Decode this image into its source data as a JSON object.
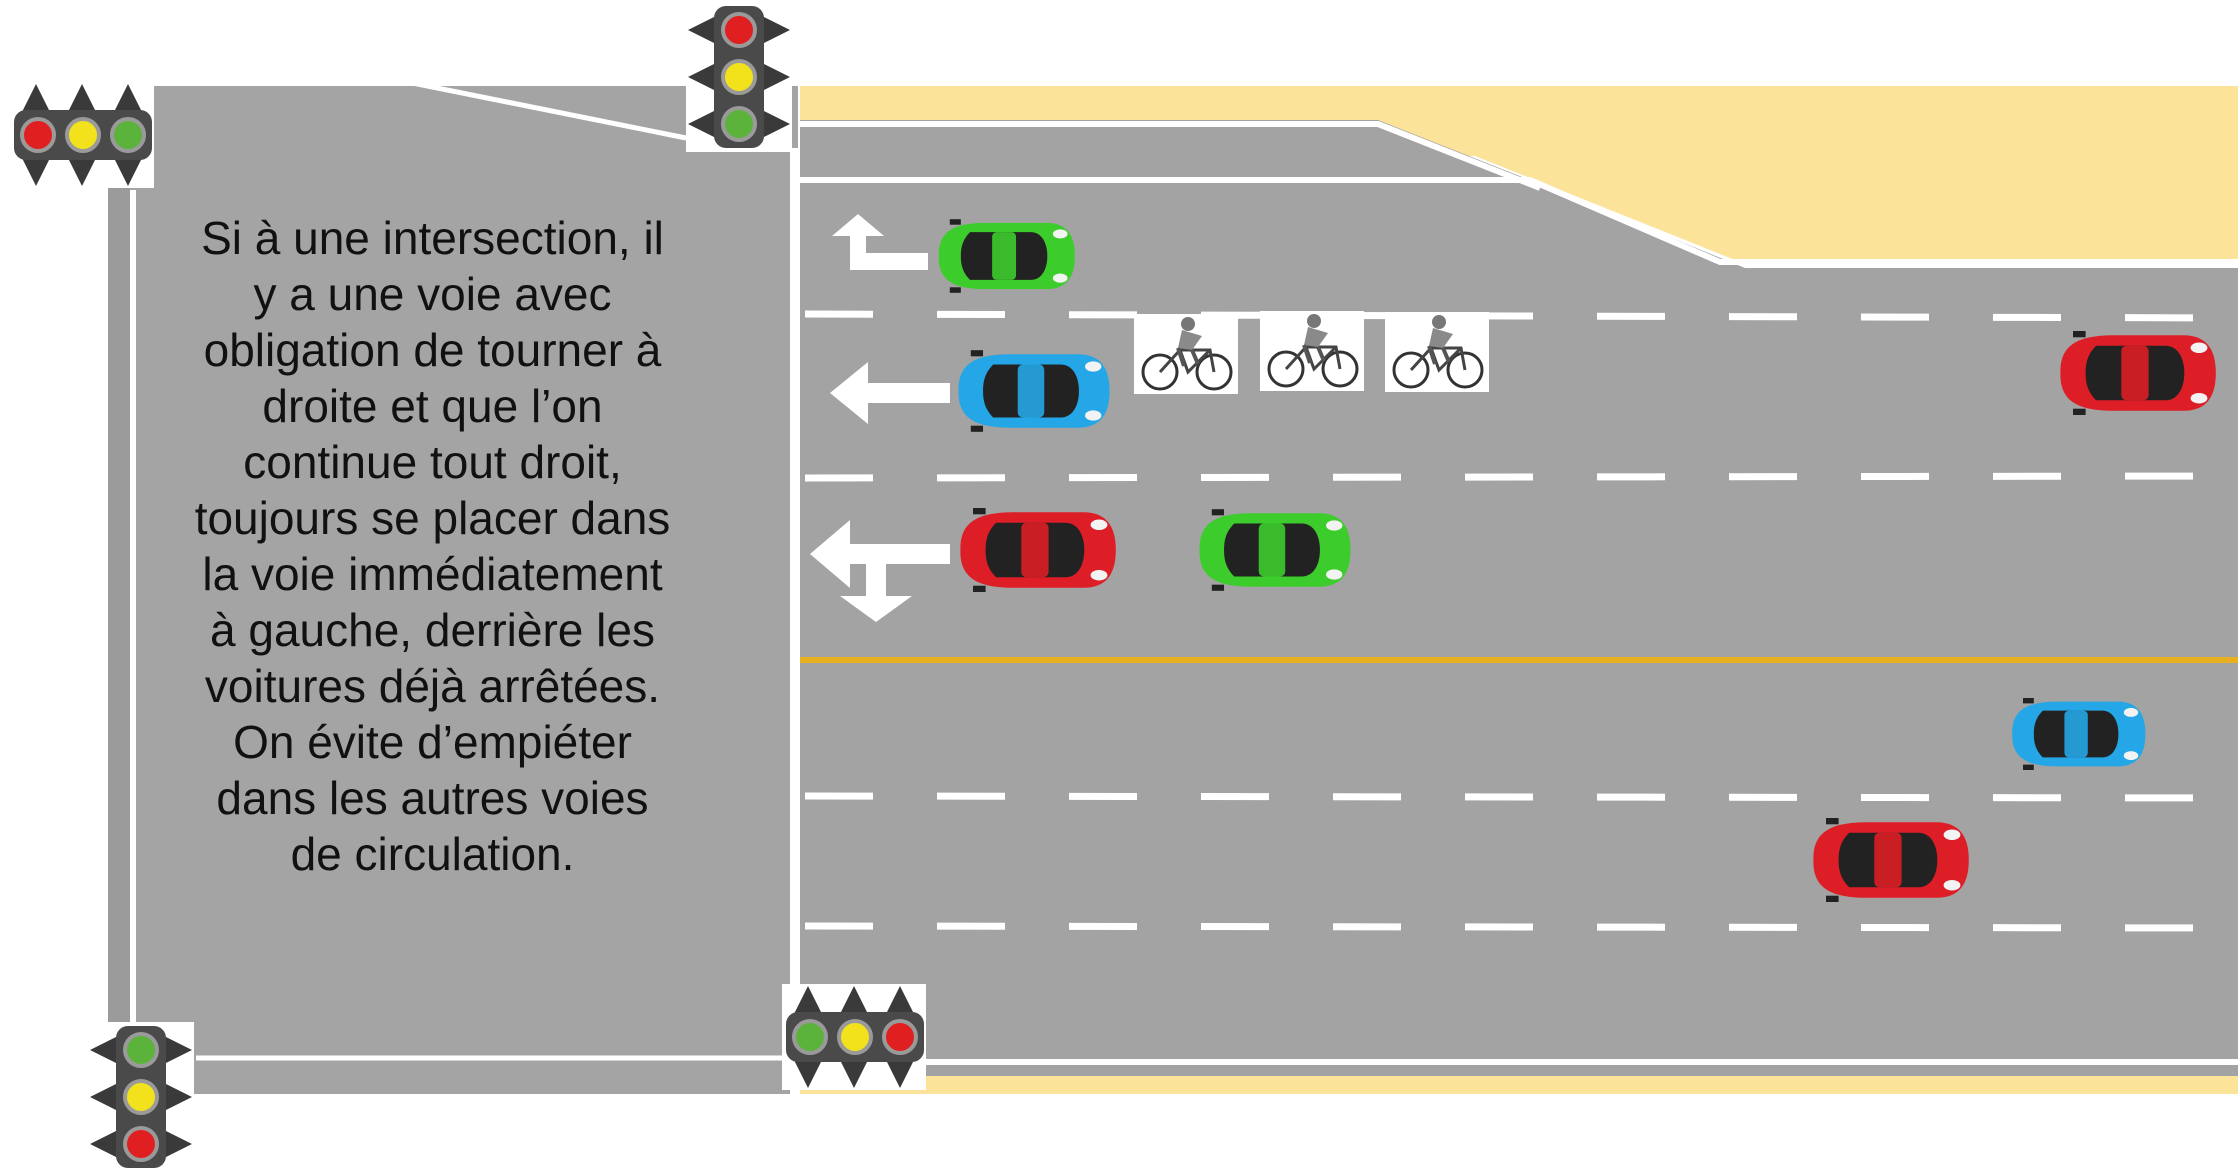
{
  "info": {
    "text": "Si à une intersection, il\ny a une voie avec\nobligation de tourner à\ndroite et que l’on\ncontinue tout droit,\ntoujours se placer dans\nla voie immédiatement\nà gauche, derrière les\nvoitures déjà arrêtées.\nOn évite d’empiéter\ndans les autres voies\nde circulation."
  },
  "colors": {
    "asphalt": "#a3a3a3",
    "sand": "#fce39a",
    "lane_marking": "#ffffff",
    "center_line": "#e8b020",
    "car_green": "#3ccc2c",
    "car_blue": "#25a6e6",
    "car_red": "#dd1e26",
    "light_red": "#e02020",
    "light_yellow": "#f2e21c",
    "light_green": "#5cb33c"
  },
  "traffic_lights": [
    {
      "name": "traffic-light-top-left",
      "orientation": "horizontal",
      "order": [
        "red",
        "yellow",
        "green"
      ]
    },
    {
      "name": "traffic-light-top-center",
      "orientation": "vertical",
      "order": [
        "red",
        "yellow",
        "green"
      ]
    },
    {
      "name": "traffic-light-bottom-left",
      "orientation": "vertical",
      "order": [
        "green",
        "yellow",
        "red"
      ]
    },
    {
      "name": "traffic-light-bottom-center",
      "orientation": "horizontal",
      "order": [
        "green",
        "yellow",
        "red"
      ]
    }
  ],
  "lane_arrows": [
    {
      "name": "arrow-turn-right-icon",
      "direction": "right-turn"
    },
    {
      "name": "arrow-straight-icon",
      "direction": "straight"
    },
    {
      "name": "arrow-straight-or-left-icon",
      "direction": "straight-or-left"
    }
  ],
  "vehicles": [
    {
      "name": "car-green-right-turn-lane",
      "type": "car",
      "color": "green"
    },
    {
      "name": "car-blue-through-lane",
      "type": "car",
      "color": "blue"
    },
    {
      "name": "car-red-left-lane",
      "type": "car",
      "color": "red"
    },
    {
      "name": "car-green-left-lane",
      "type": "car",
      "color": "green"
    },
    {
      "name": "car-red-approaching",
      "type": "car",
      "color": "red"
    },
    {
      "name": "car-blue-opposite",
      "type": "car",
      "color": "blue"
    },
    {
      "name": "car-red-opposite",
      "type": "car",
      "color": "red"
    },
    {
      "name": "bicycle-1",
      "type": "bicycle"
    },
    {
      "name": "bicycle-2",
      "type": "bicycle"
    },
    {
      "name": "bicycle-3",
      "type": "bicycle"
    }
  ]
}
